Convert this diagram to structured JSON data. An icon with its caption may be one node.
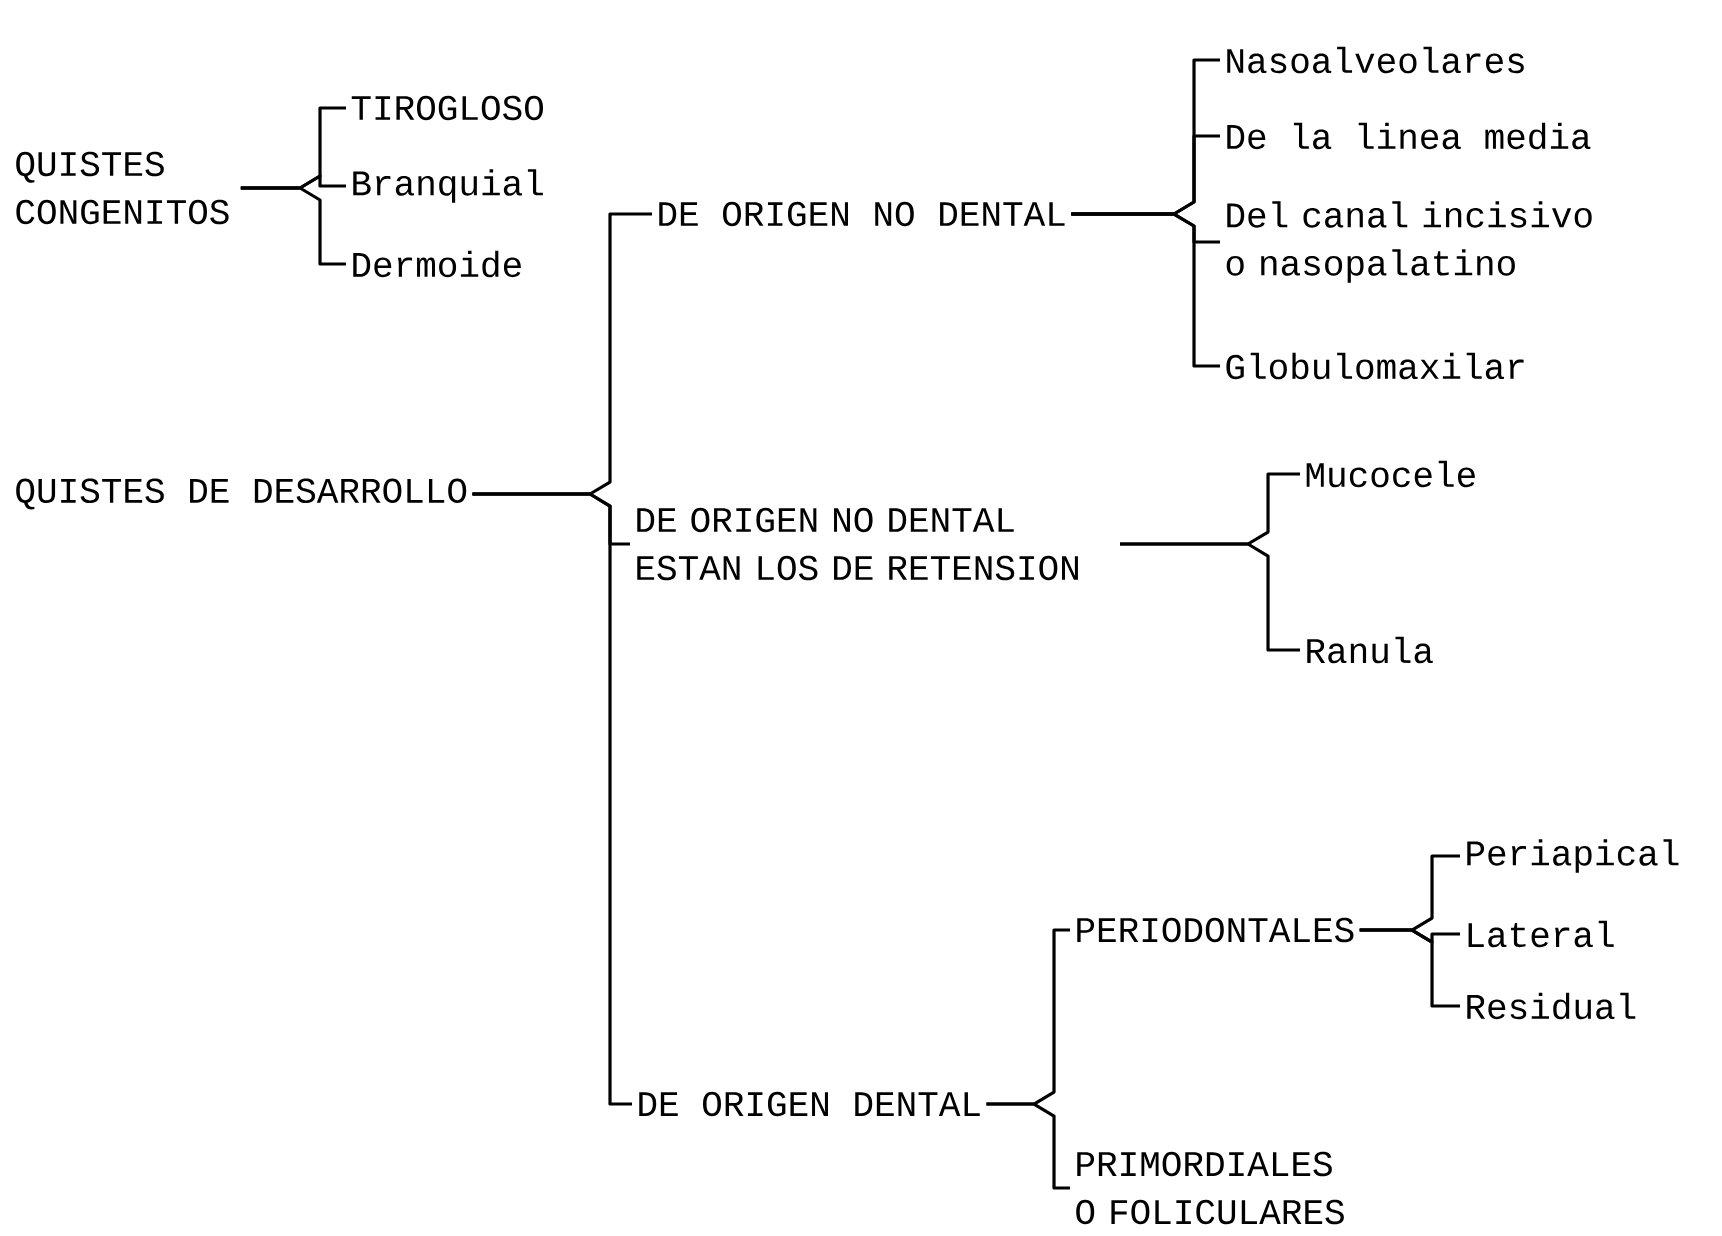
{
  "diagram": {
    "nodes": [
      {
        "text": [
          "QUISTES CONGENITOS"
        ]
      },
      {
        "text": [
          "TIROGLOSO"
        ]
      },
      {
        "text": [
          "Branquial"
        ]
      },
      {
        "text": [
          "Dermoide"
        ]
      },
      {
        "text": [
          "QUISTES DE DESARROLLO"
        ]
      },
      {
        "text": [
          "DE ORIGEN NO DENTAL"
        ]
      },
      {
        "text": [
          "Nasoalveolares"
        ]
      },
      {
        "text": [
          "De la linea media"
        ]
      },
      {
        "text": [
          "Del canal incisivo o nasopalatino"
        ]
      },
      {
        "text": [
          "Globulomaxilar"
        ]
      },
      {
        "text": [
          "DE ORIGEN NO DENTAL ESTAN LOS DE RETENSION"
        ]
      },
      {
        "text": [
          "Mucocele"
        ]
      },
      {
        "text": [
          "Ranula"
        ]
      },
      {
        "text": [
          "DE ORIGEN DENTAL"
        ]
      },
      {
        "text": [
          "PERIODONTALES"
        ]
      },
      {
        "text": [
          "Periapical"
        ]
      },
      {
        "text": [
          "Lateral"
        ]
      },
      {
        "text": [
          "Residual"
        ]
      },
      {
        "text": [
          "PRIMORDIALES O FOLICULARES"
        ]
      }
    ],
    "edges": [
      {
        "from": 0,
        "to": 1,
        "arrow": "none"
      },
      {
        "from": 0,
        "to": 2,
        "arrow": "none"
      },
      {
        "from": 0,
        "to": 3,
        "arrow": "none"
      },
      {
        "from": 4,
        "to": 5,
        "arrow": "none"
      },
      {
        "from": 4,
        "to": 10,
        "arrow": "none"
      },
      {
        "from": 4,
        "to": 13,
        "arrow": "none"
      },
      {
        "from": 5,
        "to": 6,
        "arrow": "none"
      },
      {
        "from": 5,
        "to": 7,
        "arrow": "none"
      },
      {
        "from": 5,
        "to": 8,
        "arrow": "none"
      },
      {
        "from": 5,
        "to": 9,
        "arrow": "none"
      },
      {
        "from": 10,
        "to": 11,
        "arrow": "none"
      },
      {
        "from": 10,
        "to": 12,
        "arrow": "none"
      },
      {
        "from": 13,
        "to": 14,
        "arrow": "none"
      },
      {
        "from": 13,
        "to": 18,
        "arrow": "none"
      },
      {
        "from": 14,
        "to": 15,
        "arrow": "none"
      },
      {
        "from": 14,
        "to": 16,
        "arrow": "none"
      },
      {
        "from": 14,
        "to": 17,
        "arrow": "none"
      }
    ]
  }
}
